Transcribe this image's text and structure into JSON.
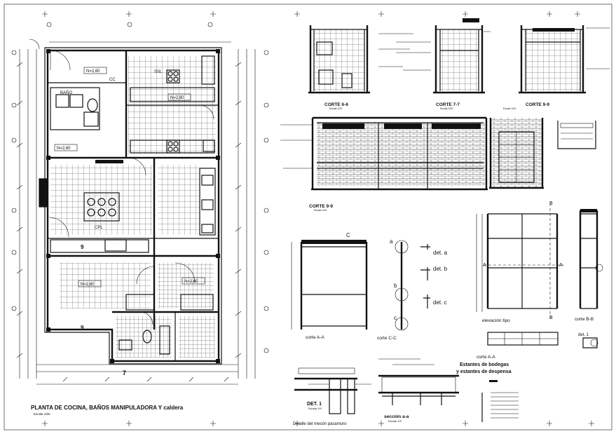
{
  "sheet": {
    "plan_title": "PLANTA DE COCINA, BAÑOS MANIPULADORA Y caldera",
    "plan_scale": "Escala 1/50",
    "plan_dim_bottom": "7",
    "plan_dim_small": "9",
    "level_labels": [
      "N=2,60",
      "N=2,60",
      "N=2,60",
      "N=2,60",
      "N=2,60"
    ],
    "room_labels": [
      "BAÑO",
      "CC",
      "SSL",
      "CPL"
    ]
  },
  "sections": {
    "corte_6_6": "CORTE 6-6",
    "corte_7_7": "CORTE 7-7",
    "corte_9_9_top": "CORTE 9-9",
    "corte_9_9_long": "CORTE 9-9",
    "scale_small": "Escala 1/20"
  },
  "details": {
    "corte_aa_left": "corte A-A",
    "corte_cc": "corte C-C",
    "det_a": "det. a",
    "det_b": "det. b",
    "det_c": "det. c",
    "marker_a": "a",
    "marker_b": "b",
    "marker_c": "c",
    "marker_C": "C",
    "elevacion_tipo": "elevación tipo",
    "corte_bb": "corte B-B",
    "corte_aa_right": "corte A-A",
    "det_1_right": "det. 1",
    "marker_A": "A",
    "marker_B": "B",
    "det_1_bottom": "DET. 1",
    "det_1_scale": "Escala 1/5",
    "seccion": "sección a-a",
    "seccion_scale": "Escala 1/5",
    "meson_caption": "Detalle del mesón pasamuro",
    "estantes_line1": "Estantes de bodegas",
    "estantes_line2": "y estantes de despensa"
  }
}
